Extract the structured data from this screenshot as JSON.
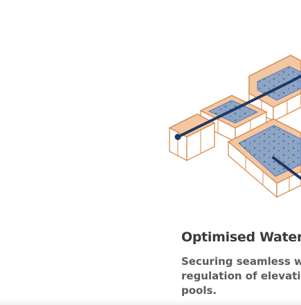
{
  "illustration": {
    "icon": "terraced-pools-illustration",
    "colors": {
      "wall": "#f3c7a2",
      "wall_stroke": "#d98a4e",
      "water": "#8fa3c9",
      "water_dark": "#5d78b0",
      "pipe": "#1f3763"
    }
  },
  "content": {
    "heading": "Optimised Water Flc",
    "body_lines": [
      "Securing seamless wc",
      "regulation of elevation l",
      "pools."
    ]
  }
}
